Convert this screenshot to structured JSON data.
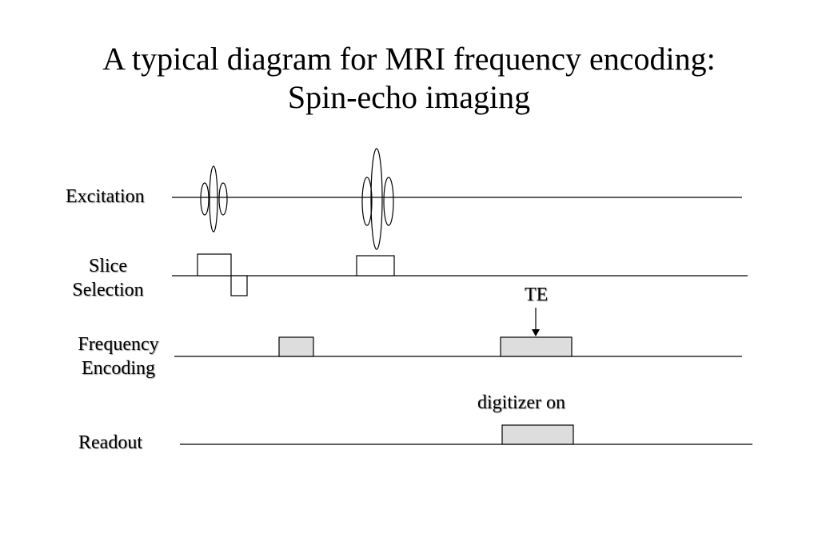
{
  "title": {
    "line1": "A typical diagram for MRI frequency encoding:",
    "line2": "Spin-echo imaging"
  },
  "rows": {
    "excitation": "Excitation",
    "slice_line1": "Slice",
    "slice_line2": "Selection",
    "freq_line1": "Frequency",
    "freq_line2": "Encoding",
    "readout": "Readout"
  },
  "annotations": {
    "te": "TE",
    "digitizer": "digitizer on"
  },
  "colors": {
    "line": "#000000",
    "gradient_fill": "#dddddd"
  }
}
